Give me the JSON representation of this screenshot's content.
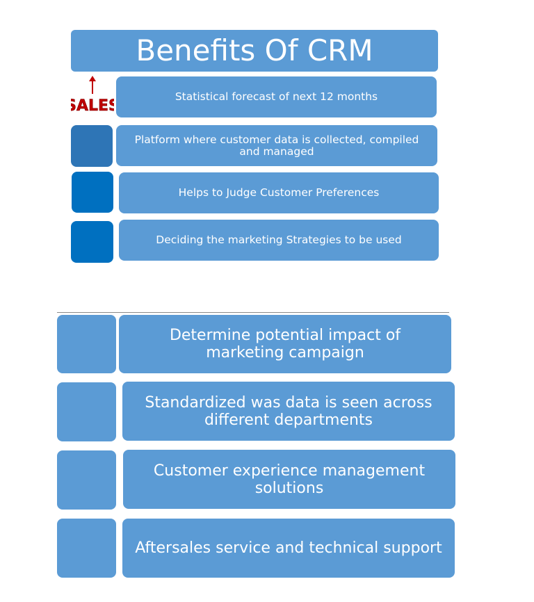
{
  "title": "Benefits Of CRM",
  "logo_text": "SALES",
  "top_items": [
    {
      "text": "Statistical forecast of next 12 months"
    },
    {
      "text": "Platform where customer data is collected, compiled and managed"
    },
    {
      "text": "Helps to Judge Customer Preferences"
    },
    {
      "text": "Deciding the marketing Strategies to be used"
    }
  ],
  "bottom_items": [
    {
      "text": "Determine potential impact of marketing campaign"
    },
    {
      "text": "Standardized was data is seen across different departments"
    },
    {
      "text": "Customer experience management solutions"
    },
    {
      "text": "Aftersales service and technical support"
    }
  ],
  "colors": {
    "box": "#5b9bd5",
    "square_dark": "#2e75b6",
    "square_blue": "#0070c0",
    "logo_red": "#c00000"
  }
}
